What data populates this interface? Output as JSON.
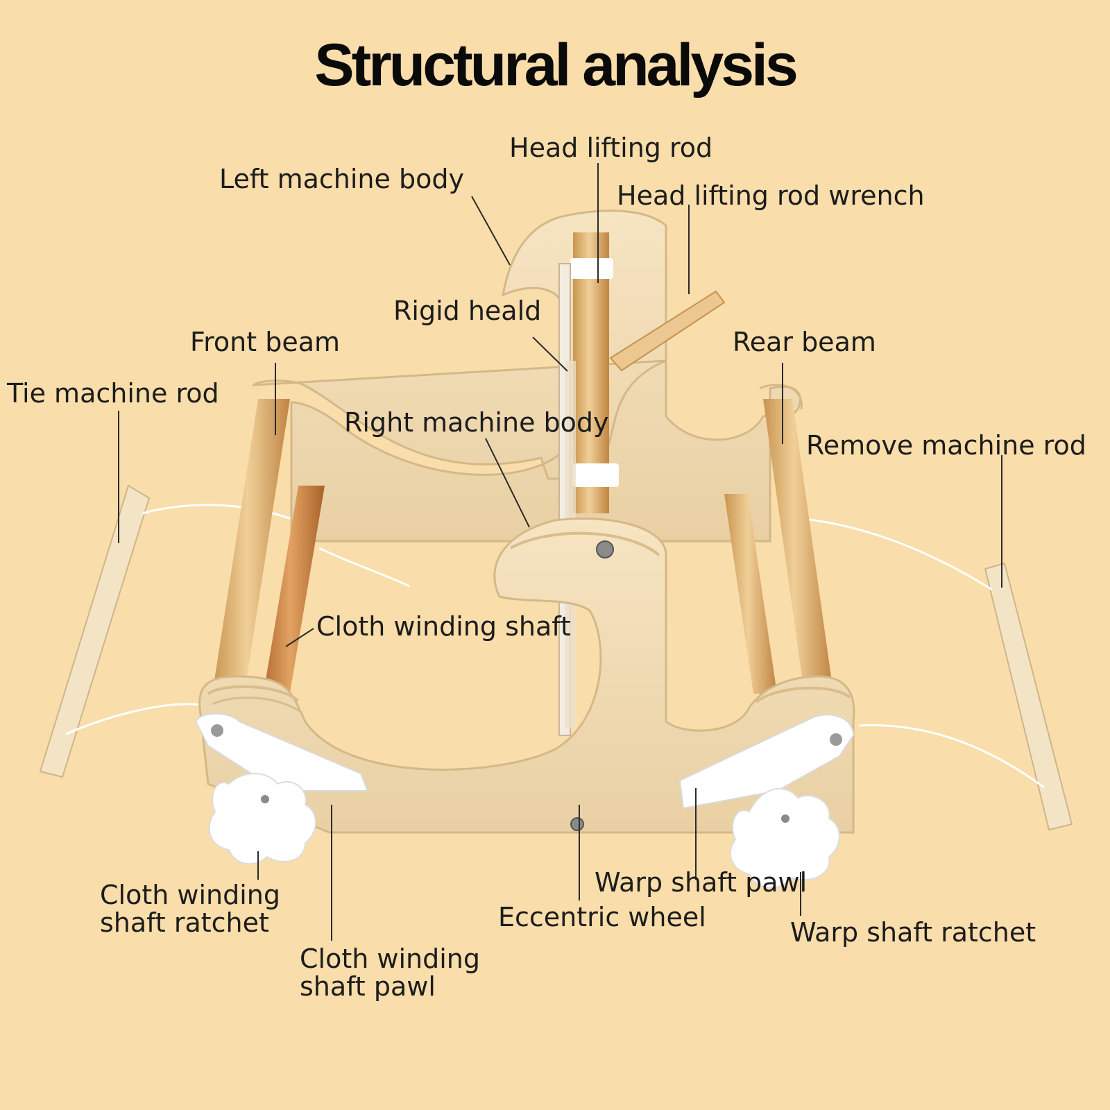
{
  "title": "Structural analysis",
  "colors": {
    "background": "#f9ddaa",
    "plywood": "#f1dcb6",
    "plywood_edge": "#d9bd8c",
    "rod_light": "#e8c48f",
    "rod_dark": "#c98a45",
    "plastic": "#ffffff",
    "leader": "#2a2a2a"
  },
  "labels": {
    "head_lifting_rod": "Head lifting rod",
    "left_machine_body": "Left machine body",
    "head_lifting_rod_wrench": "Head lifting rod wrench",
    "rigid_heald": "Rigid heald",
    "front_beam": "Front beam",
    "rear_beam": "Rear beam",
    "tie_machine_rod": "Tie machine rod",
    "right_machine_body": "Right machine body",
    "remove_machine_rod": "Remove machine rod",
    "cloth_winding_shaft": "Cloth winding shaft",
    "cloth_winding_shaft_ratchet_1": "Cloth winding",
    "cloth_winding_shaft_ratchet_2": "shaft ratchet",
    "cloth_winding_shaft_pawl_1": "Cloth winding",
    "cloth_winding_shaft_pawl_2": "shaft pawl",
    "warp_shaft_pawl": "Warp shaft pawl",
    "eccentric_wheel": "Eccentric wheel",
    "warp_shaft_ratchet": "Warp shaft ratchet"
  }
}
